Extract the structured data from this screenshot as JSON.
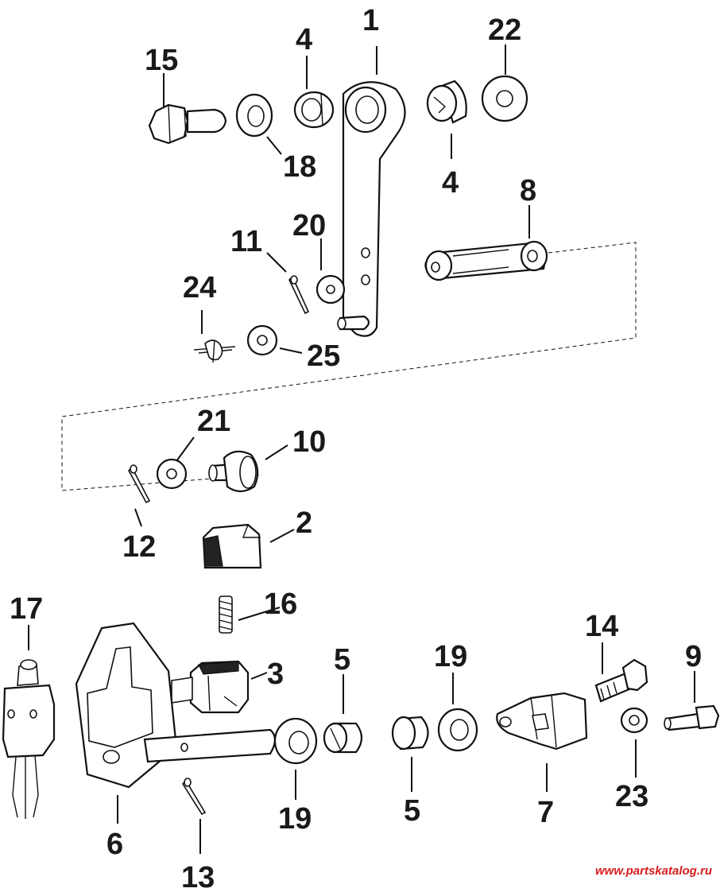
{
  "diagram": {
    "callouts": [
      {
        "id": "1",
        "text": "1"
      },
      {
        "id": "2",
        "text": "2"
      },
      {
        "id": "3",
        "text": "3"
      },
      {
        "id": "4a",
        "text": "4"
      },
      {
        "id": "4b",
        "text": "4"
      },
      {
        "id": "5a",
        "text": "5"
      },
      {
        "id": "5b",
        "text": "5"
      },
      {
        "id": "6",
        "text": "6"
      },
      {
        "id": "7",
        "text": "7"
      },
      {
        "id": "8",
        "text": "8"
      },
      {
        "id": "9",
        "text": "9"
      },
      {
        "id": "10",
        "text": "10"
      },
      {
        "id": "11",
        "text": "11"
      },
      {
        "id": "12",
        "text": "12"
      },
      {
        "id": "13",
        "text": "13"
      },
      {
        "id": "14",
        "text": "14"
      },
      {
        "id": "15",
        "text": "15"
      },
      {
        "id": "16",
        "text": "16"
      },
      {
        "id": "17",
        "text": "17"
      },
      {
        "id": "18",
        "text": "18"
      },
      {
        "id": "19a",
        "text": "19"
      },
      {
        "id": "19b",
        "text": "19"
      },
      {
        "id": "20",
        "text": "20"
      },
      {
        "id": "21",
        "text": "21"
      },
      {
        "id": "22",
        "text": "22"
      },
      {
        "id": "23",
        "text": "23"
      },
      {
        "id": "24",
        "text": "24"
      },
      {
        "id": "25",
        "text": "25"
      }
    ]
  },
  "watermark": "www.partskatalog.ru"
}
